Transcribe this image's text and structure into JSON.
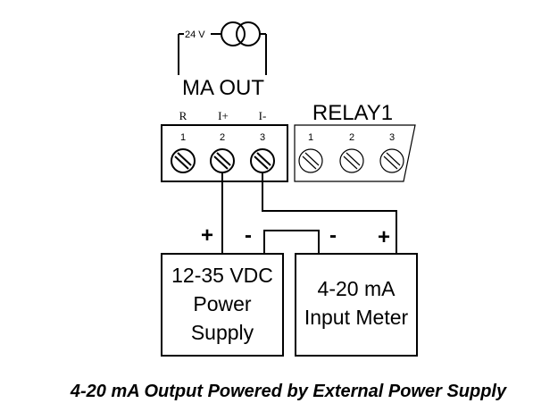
{
  "source": {
    "voltage_label": "24 V"
  },
  "ma_out": {
    "title": "MA OUT",
    "terminal_labels": [
      "R",
      "I+",
      "I-"
    ],
    "terminal_numbers": [
      "1",
      "2",
      "3"
    ]
  },
  "relay": {
    "title": "RELAY1",
    "terminal_numbers": [
      "1",
      "2",
      "3"
    ]
  },
  "polarity": {
    "power_plus": "+",
    "power_minus": "-",
    "meter_minus": "-",
    "meter_plus": "+"
  },
  "power_supply": {
    "line1": "12-35 VDC",
    "line2": "Power",
    "line3": "Supply"
  },
  "meter": {
    "line1": "4-20 mA",
    "line2": "Input Meter"
  },
  "caption": "4-20 mA Output Powered by External Power Supply"
}
